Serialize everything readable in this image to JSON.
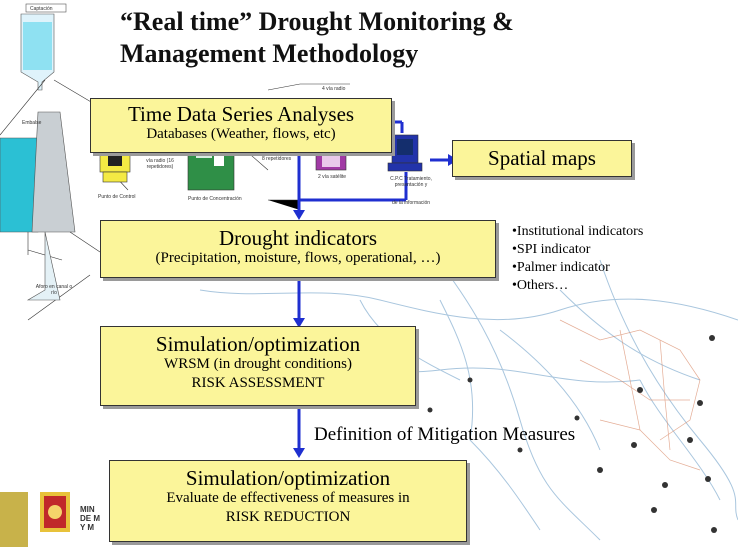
{
  "title": "“Real time” Drought Monitoring & Management Methodology",
  "boxes": [
    {
      "heading": "Time Data Series Analyses",
      "sub": "Databases (Weather, flows, etc)"
    },
    {
      "heading": "Spatial maps"
    },
    {
      "heading": "Drought indicators",
      "sub": "(Precipitation, moisture, flows, operational, …)"
    },
    {
      "heading": "Simulation/optimization",
      "sub1": "WRSM (in drought conditions)",
      "sub2": "RISK ASSESSMENT"
    },
    {
      "heading": "Simulation/optimization",
      "sub1": "Evaluate de effectiveness of measures in",
      "sub2": "RISK REDUCTION"
    }
  ],
  "bullets": [
    "Institutional indicators",
    "SPI indicator",
    "Palmer indicator",
    "Others…"
  ],
  "mitigation_label": "Definition of Mitigation Measures",
  "schematic": {
    "captacion": "Captación",
    "embalse": "Embalse",
    "aforo": "Aforo en canal o río",
    "via_radio": "vía radio (16 repetidores)",
    "punto_control": "Punto de Control",
    "punto_concentracion": "Punto de Concentración",
    "repetidores": "8 repetidores",
    "via_satelite": "2 vía satélite",
    "radio_4via": "4 vía radio",
    "cpc": "C.P.C Tratamiento, presentación y",
    "informacion": "de la información"
  },
  "footer": {
    "line1": "MIN",
    "line2": "DE M",
    "line3": "Y M"
  },
  "colors": {
    "box_fill": "#fbf59a",
    "arrow": "#1f2fd0"
  }
}
